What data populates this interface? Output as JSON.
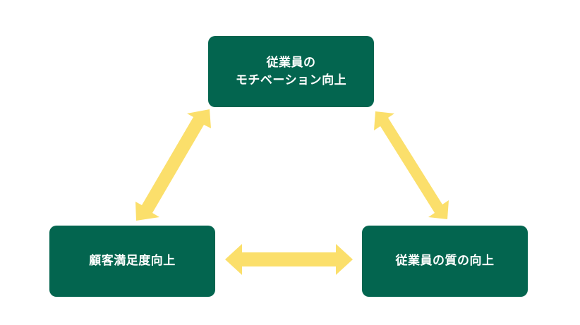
{
  "diagram": {
    "boxes": {
      "top": {
        "line1": "従業員の",
        "line2": "モチベーション向上"
      },
      "left": {
        "label": "顧客満足度向上"
      },
      "right": {
        "label": "従業員の質の向上"
      }
    },
    "colors": {
      "box_fill": "#03654f",
      "box_text": "#ffffff",
      "arrow_fill": "#fbdf6b"
    },
    "arrows": [
      "double-arrow-top-left",
      "double-arrow-top-right",
      "double-arrow-bottom"
    ]
  }
}
